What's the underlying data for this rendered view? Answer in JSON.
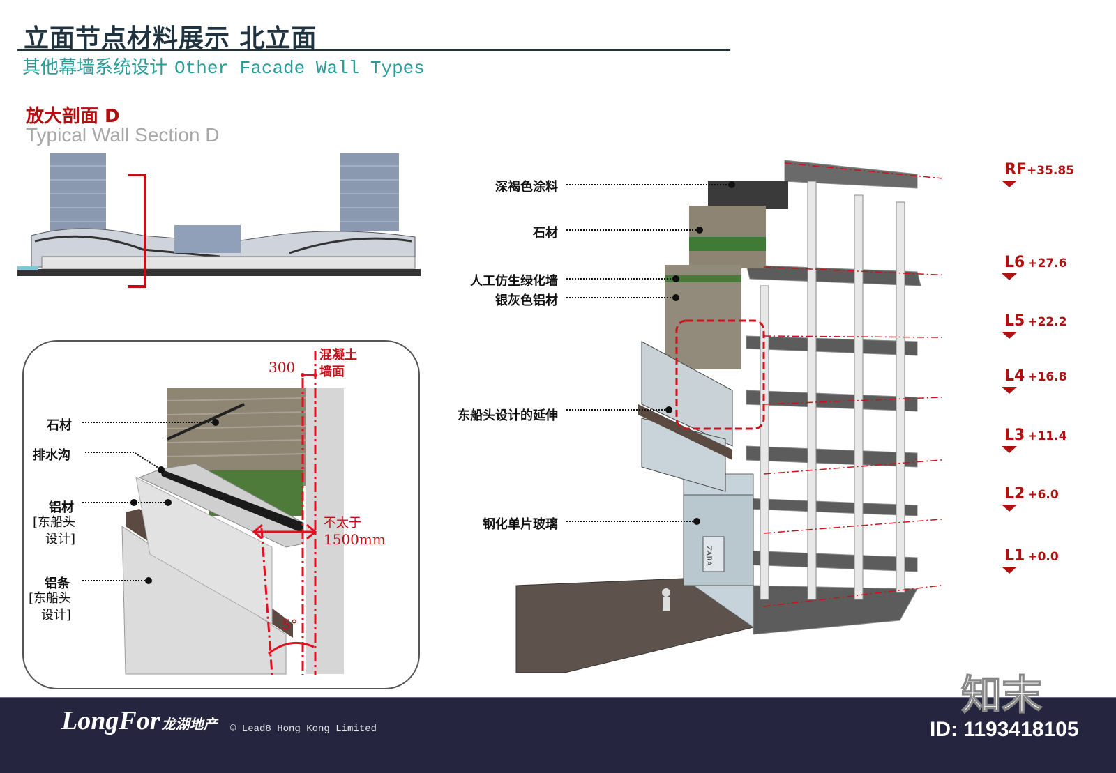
{
  "header": {
    "title": "立面节点材料展示 北立面",
    "subtitle_cn": "其他幕墙系统设计",
    "subtitle_en": "Other Facade Wall Types"
  },
  "section": {
    "title_cn": "放大剖面 D",
    "title_en": "Typical Wall Section D"
  },
  "detail": {
    "labels": [
      {
        "text": "石材"
      },
      {
        "text": "排水沟"
      },
      {
        "text": "铝材",
        "note": "[东船头",
        "note2": "设计]"
      },
      {
        "text": "铝条",
        "note": "[东船头",
        "note2": "设计]"
      }
    ],
    "dim_300": "300",
    "concrete_wall_1": "混凝土",
    "concrete_wall_2": "墙面",
    "max_1": "不太于",
    "max_2": "1500mm",
    "angle": "5°"
  },
  "building": {
    "labels": [
      "深褐色涂料",
      "石材",
      "人工仿生绿化墙",
      "银灰色铝材",
      "东船头设计的延伸",
      "钢化单片玻璃"
    ],
    "store_sign": "ZARA",
    "levels": [
      {
        "name": "RF",
        "value": "+35.85"
      },
      {
        "name": "L6",
        "value": "+27.6"
      },
      {
        "name": "L5",
        "value": "+22.2"
      },
      {
        "name": "L4",
        "value": "+16.8"
      },
      {
        "name": "L3",
        "value": "+11.4"
      },
      {
        "name": "L2",
        "value": "+6.0"
      },
      {
        "name": "L1",
        "value": "+0.0"
      }
    ]
  },
  "footer": {
    "logo": "LongFor",
    "logo_cn": "龙湖地产",
    "copyright": "© Lead8 Hong Kong Limited",
    "watermark": "知末",
    "id": "ID: 1193418105"
  },
  "colors": {
    "accent_red": "#b01010",
    "teal": "#2a9d9a",
    "footer_bg": "#25253f",
    "title": "#1f3440"
  }
}
